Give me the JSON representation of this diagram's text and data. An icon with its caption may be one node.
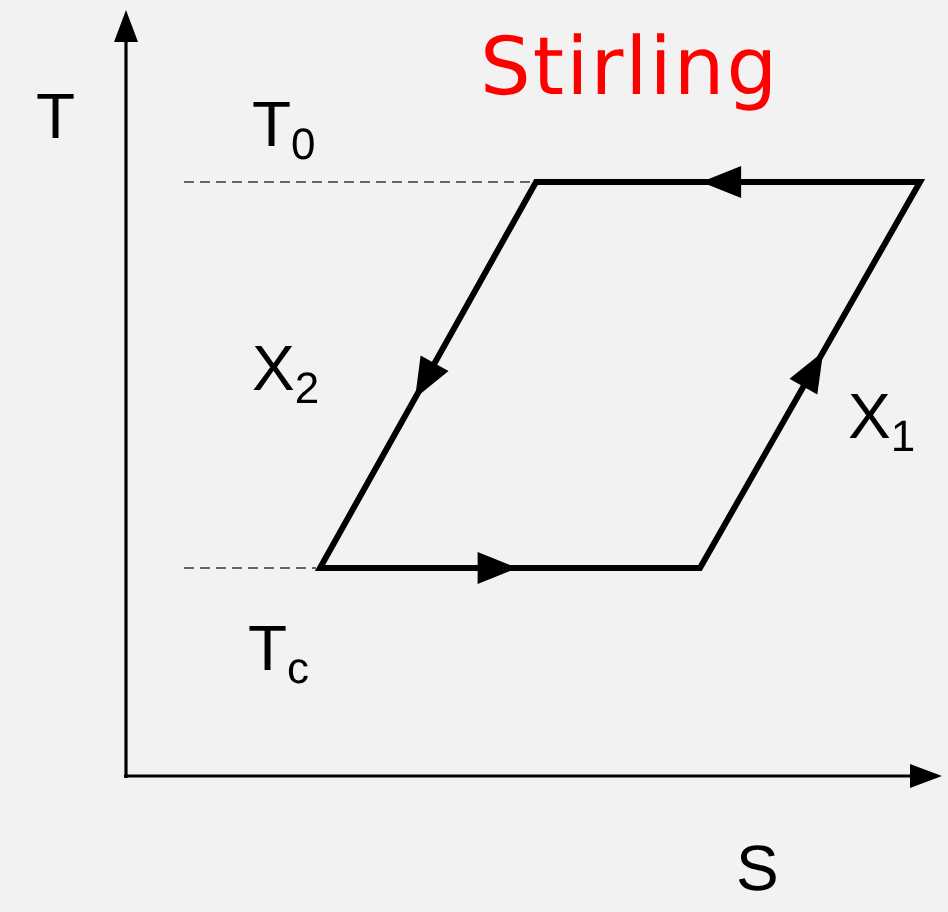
{
  "diagram": {
    "title": "Stirling",
    "labels": [
      "T",
      "T$_{0}$",
      "X$_{2}$",
      "X$_{1}$",
      "T$_{c}$",
      "S"
    ]
  }
}
